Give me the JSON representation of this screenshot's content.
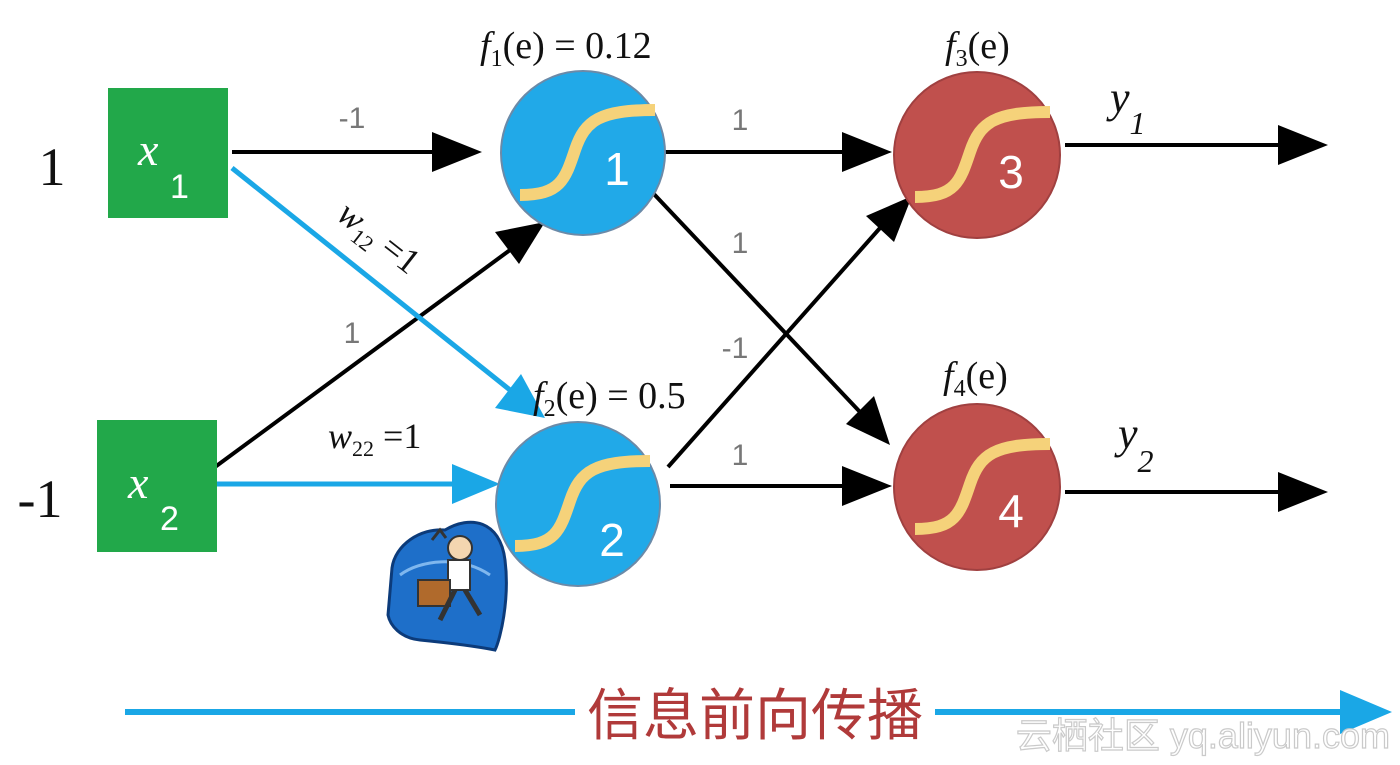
{
  "inputs": [
    {
      "value": "1",
      "var": "x",
      "sub": "1"
    },
    {
      "value": "-1",
      "var": "x",
      "sub": "2"
    }
  ],
  "neurons": [
    {
      "id": "1",
      "formula_f": "f",
      "formula_sub": "1",
      "formula_rest": "(e) = 0.12"
    },
    {
      "id": "2",
      "formula_f": "f",
      "formula_sub": "2",
      "formula_rest": "(e) = 0.5"
    },
    {
      "id": "3",
      "formula_f": "f",
      "formula_sub": "3",
      "formula_rest": "(e)"
    },
    {
      "id": "4",
      "formula_f": "f",
      "formula_sub": "4",
      "formula_rest": "(e)"
    }
  ],
  "weights": {
    "x1_n1": "-1",
    "x2_n1": "1",
    "n1_n3": "1",
    "n1_n4": "1",
    "n2_n3": "-1",
    "n2_n4": "1",
    "w12_var": "w",
    "w12_sub": "12",
    "w12_rest": " =1",
    "w22_var": "w",
    "w22_sub": "22",
    "w22_rest": " =1"
  },
  "outputs": [
    {
      "var": "y",
      "sub": "1"
    },
    {
      "var": "y",
      "sub": "2"
    }
  ],
  "caption": "信息前向传播",
  "watermark": "云栖社区 yq.aliyun.com",
  "colors": {
    "input_box": "#22a84a",
    "hidden_neuron": "#21a9e8",
    "output_neuron": "#c0504d",
    "sigmoid_curve": "#f5d27a",
    "highlight_arrow": "#1aa7e6",
    "arrow": "#000000",
    "caption_text": "#b03a3a"
  },
  "icons": {
    "mascot": "running-businessman-icon"
  }
}
